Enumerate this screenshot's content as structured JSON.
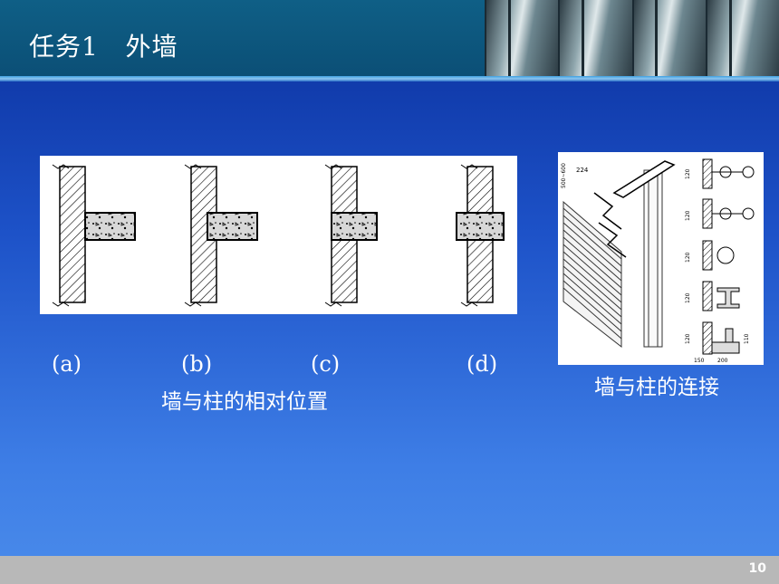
{
  "header": {
    "title": "任务1   外墙"
  },
  "figure_main": {
    "labels": [
      "(a)",
      "(b)",
      "(c)",
      "(d)"
    ],
    "caption": "墙与柱的相对位置"
  },
  "figure_side": {
    "caption": "墙与柱的连接",
    "dims": [
      "224",
      "500~600",
      "120",
      "120",
      "120",
      "120",
      "120",
      "150",
      "200",
      "110"
    ]
  },
  "footer": {
    "page_number": "10"
  }
}
